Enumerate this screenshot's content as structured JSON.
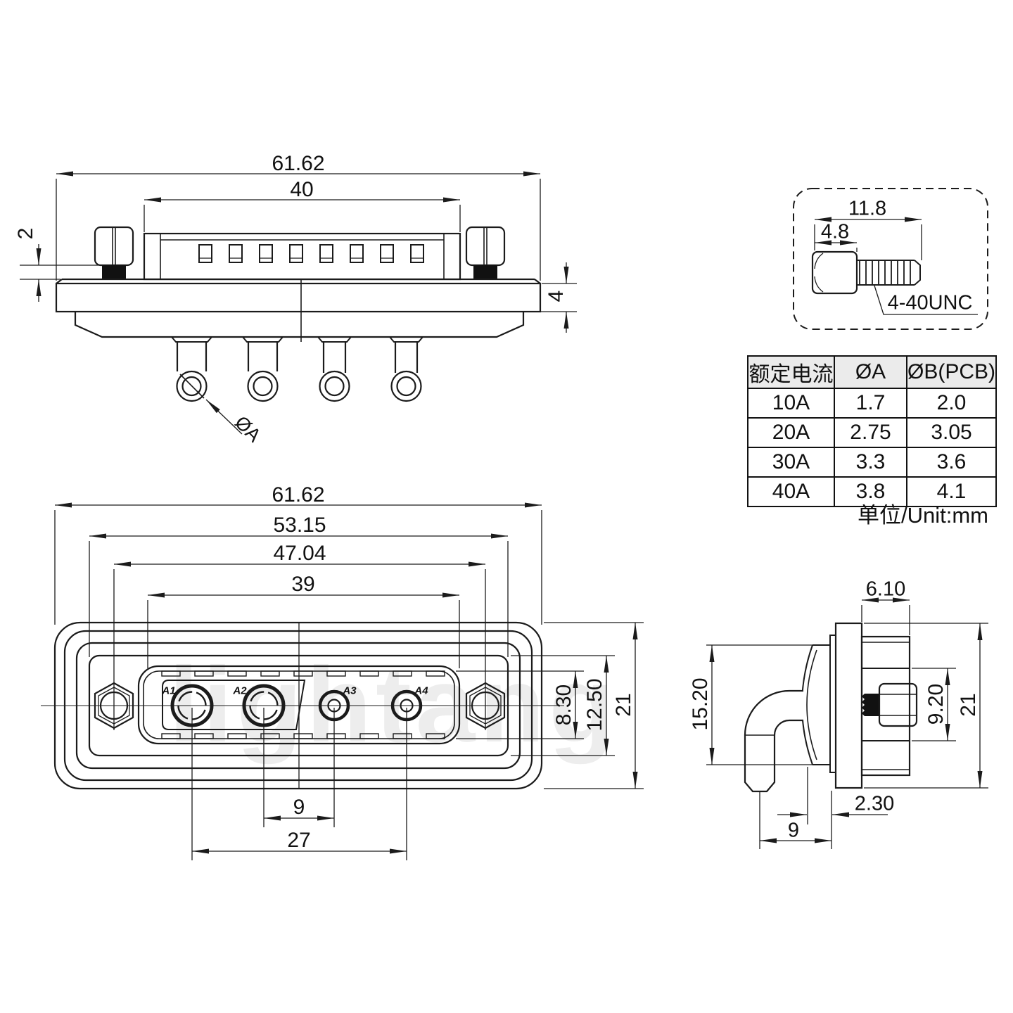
{
  "watermark": "lightang",
  "top_view": {
    "dim_width_total": "61.62",
    "dim_insert_width": "40",
    "dim_thread_gap": "2",
    "dim_flange_thickness": "4",
    "pin_diameter_label": "ØA"
  },
  "screw_detail": {
    "dim_total_length": "11.8",
    "dim_head_length": "4.8",
    "thread_spec": "4-40UNC"
  },
  "spec_table": {
    "headers": [
      "额定电流",
      "ØA",
      "ØB(PCB)"
    ],
    "rows": [
      [
        "10A",
        "1.7",
        "2.0"
      ],
      [
        "20A",
        "2.75",
        "3.05"
      ],
      [
        "30A",
        "3.3",
        "3.6"
      ],
      [
        "40A",
        "3.8",
        "4.1"
      ]
    ],
    "unit_note": "单位/Unit:mm"
  },
  "front_view": {
    "dim_width_total": "61.62",
    "dim_panel_width": "53.15",
    "dim_screw_spacing": "47.04",
    "dim_shell_width": "39",
    "dim_opening_height": "8.30",
    "dim_panel_height": "12.50",
    "dim_height_total": "21",
    "dim_pitch_small": "9",
    "dim_pitch_large": "27",
    "contacts": [
      "A1",
      "A2",
      "A3",
      "A4"
    ]
  },
  "side_view": {
    "dim_shell_depth": "6.10",
    "dim_front_height": "15.20",
    "dim_boss_height": "9.20",
    "dim_height_total": "21",
    "dim_gap": "2.30",
    "dim_pin_to_flange": "9"
  }
}
